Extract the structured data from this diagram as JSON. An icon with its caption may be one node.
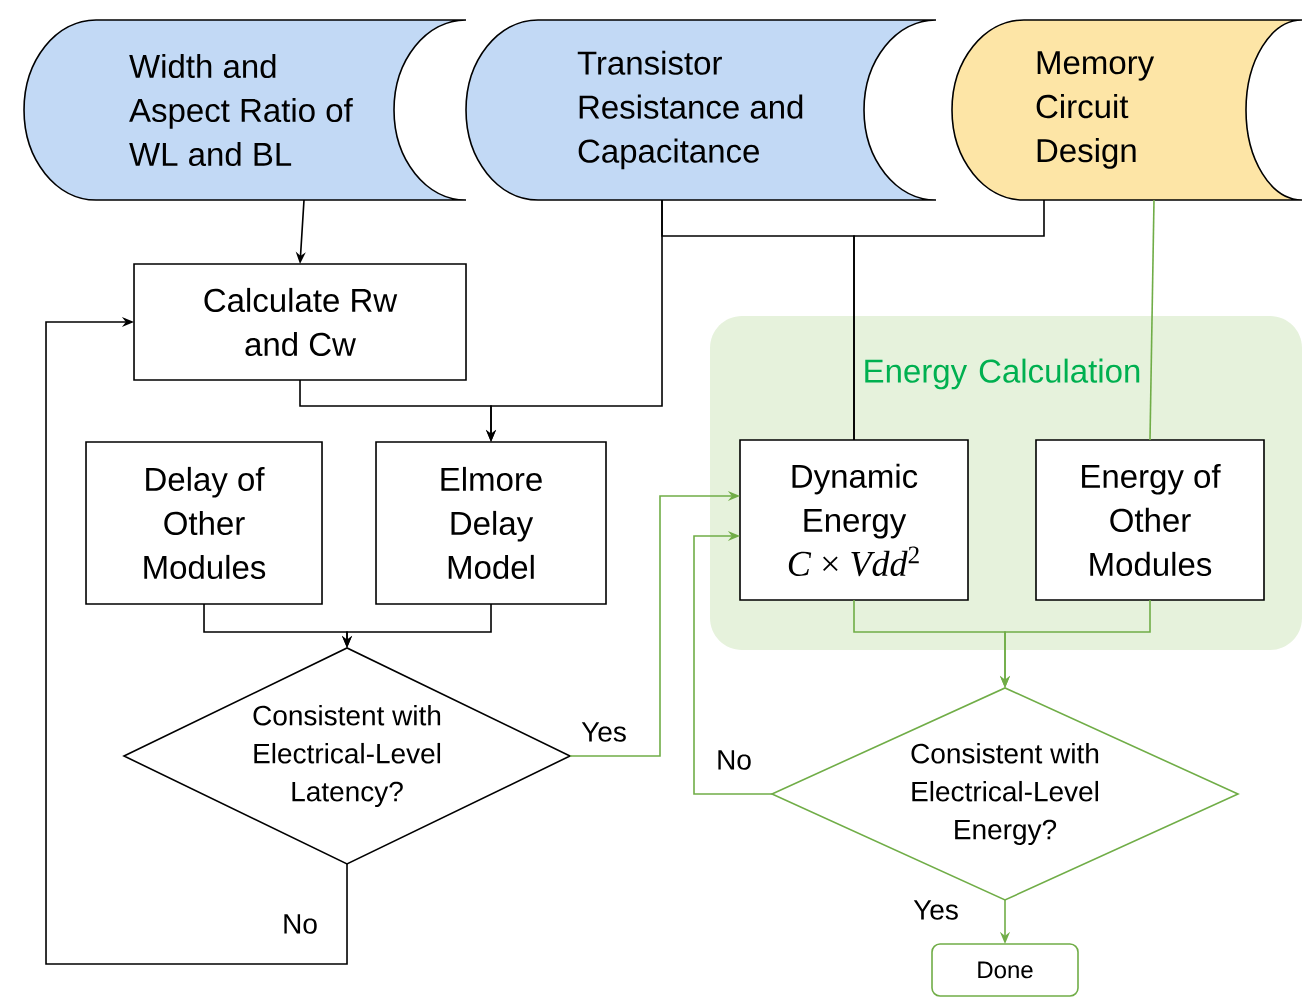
{
  "diagram": {
    "nodes": [
      {
        "text": [
          "Width and Aspect Ratio of WL and BL"
        ]
      },
      {
        "text": [
          "Transistor Resistance and Capacitance"
        ]
      },
      {
        "text": [
          "Memory Circuit Design"
        ]
      },
      {
        "text": [
          "Calculate Rw and Cw"
        ]
      },
      {
        "text": [
          "Delay of Other Modules"
        ]
      },
      {
        "text": [
          "Elmore Delay Model"
        ]
      },
      {
        "text": [
          "Consistent with Electrical-Level Latency?"
        ]
      },
      {
        "text": [
          "Energy Calculation"
        ]
      },
      {
        "text": [
          "Dynamic Energy",
          "*C* × *Vdd*$^{2}$"
        ],
        "in": 7
      },
      {
        "text": [
          "Energy of Other Modules"
        ],
        "in": 7
      },
      {
        "text": [
          "Consistent with Electrical-Level Energy?"
        ]
      },
      {
        "text": [
          "Done"
        ]
      }
    ],
    "edges": [
      {
        "from": 0,
        "to": 3,
        "arrow": "to"
      },
      {
        "from": 3,
        "to": 5,
        "arrow": "to"
      },
      {
        "from": 1,
        "to": 5,
        "arrow": "to"
      },
      {
        "from": 1,
        "to": 8,
        "arrow": "none"
      },
      {
        "from": 2,
        "to": 8,
        "arrow": "none"
      },
      {
        "from": 2,
        "to": 9,
        "arrow": "none",
        "color": "#70ad47"
      },
      {
        "from": 4,
        "to": 6,
        "arrow": "to"
      },
      {
        "from": 5,
        "to": 6,
        "arrow": "to"
      },
      {
        "from": 6,
        "to": 8,
        "arrow": "to",
        "label": "Yes",
        "color": "#70ad47"
      },
      {
        "from": 6,
        "to": 3,
        "arrow": "to",
        "label": "No"
      },
      {
        "from": 8,
        "to": 10,
        "arrow": "to",
        "color": "#70ad47"
      },
      {
        "from": 9,
        "to": 10,
        "arrow": "to",
        "color": "#70ad47"
      },
      {
        "from": 10,
        "to": 8,
        "arrow": "to",
        "label": "No",
        "color": "#70ad47"
      },
      {
        "from": 10,
        "to": 11,
        "arrow": "to",
        "label": "Yes",
        "color": "#70ad47"
      }
    ]
  }
}
